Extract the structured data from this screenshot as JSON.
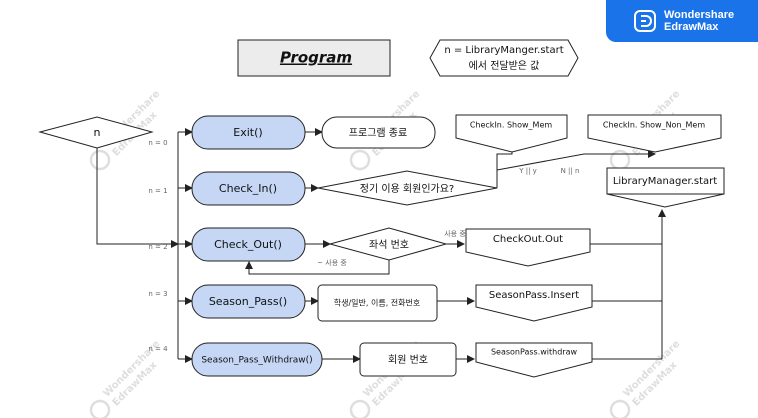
{
  "brand": {
    "line1": "Wondershare",
    "line2": "EdrawMax",
    "color": "#1a73e8"
  },
  "title": "Program",
  "note": {
    "line1": "n = LibraryManger.start",
    "line2": "에서 전달받은 값"
  },
  "decision_n": "n",
  "branch_labels": [
    "n = 0",
    "n = 1",
    "n = 2",
    "n = 3",
    "n = 4"
  ],
  "processes": [
    "Exit()",
    "Check_In()",
    "Check_Out()",
    "Season_Pass()",
    "Season_Pass_Withdraw()"
  ],
  "exit_terminal": "프로그램 종료",
  "member_decision": "정기 이용 회원인가요?",
  "seat_decision": "좌석 번호",
  "season_input": "학생/일반, 이름, 전화번호",
  "member_no_input": "회원 번호",
  "outputs": {
    "show_mem": "CheckIn. Show_Mem",
    "show_non_mem": "CheckIn. Show_Non_Mem",
    "library_start": "LibraryManager.start",
    "checkout": "CheckOut.Out",
    "season_insert": "SeasonPass.Insert",
    "season_withdraw": "SeasonPass.withdraw"
  },
  "edge_labels": {
    "yes": "Y || y",
    "no": "N || n",
    "in_use": "사용 중",
    "not_in_use": "~ 사용 중"
  },
  "watermark": {
    "line1": "Wondershare",
    "line2": "EdrawMax"
  },
  "colors": {
    "process_fill": "#c5d7f5",
    "title_fill": "#ececec",
    "line": "#222222"
  }
}
